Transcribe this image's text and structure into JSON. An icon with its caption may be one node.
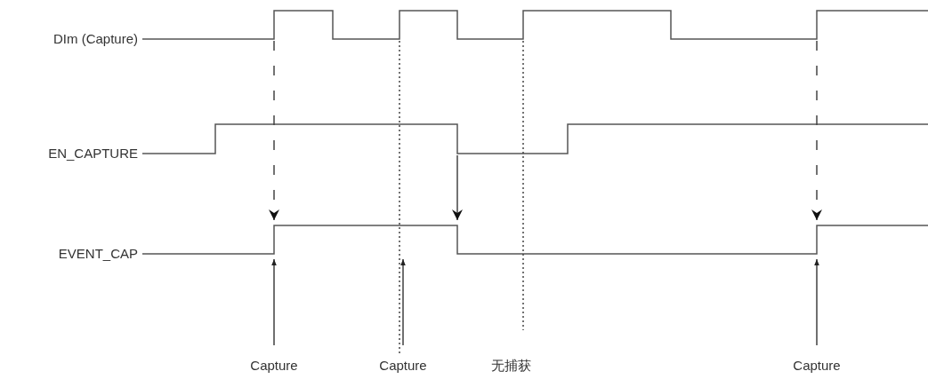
{
  "diagram": {
    "nodes": [
      {
        "text": [
          "Capture"
        ]
      },
      {
        "text": [
          "Capture"
        ]
      },
      {
        "text": [
          "无捕获"
        ]
      },
      {
        "text": [
          "Capture"
        ]
      }
    ],
    "edges": [
      {
        "from": 0,
        "to": null,
        "arrow": "to"
      },
      {
        "from": 1,
        "to": null,
        "arrow": "to"
      },
      {
        "from": 3,
        "to": null,
        "arrow": "to"
      }
    ],
    "labels": [
      "DIm (Capture)",
      "EN_CAPTURE",
      "EVENT_CAP"
    ]
  }
}
